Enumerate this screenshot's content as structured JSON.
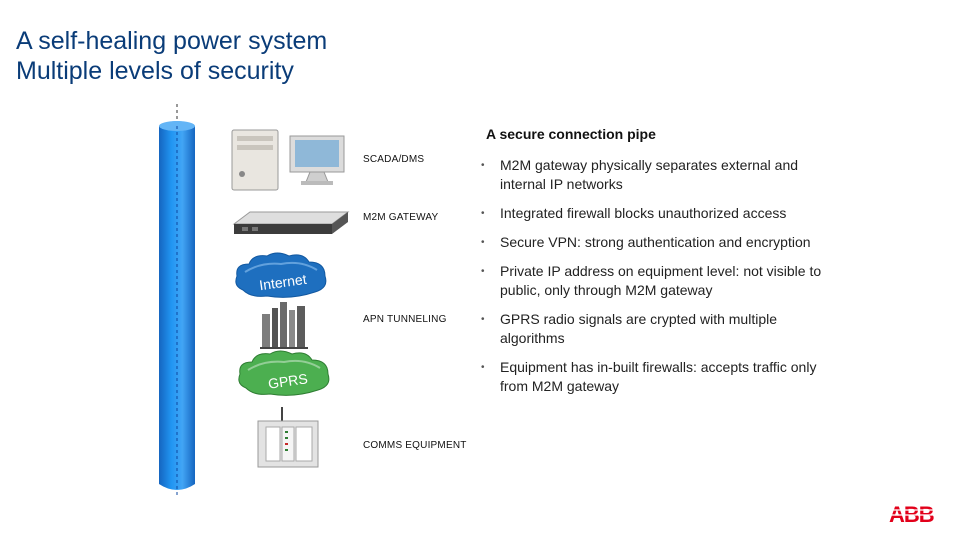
{
  "header": {
    "title_line1": "A self-healing power system",
    "title_line2": "Multiple levels of security"
  },
  "diagram": {
    "labels": {
      "scada": "SCADA/DMS",
      "gateway": "M2M GATEWAY",
      "apn": "APN TUNNELING",
      "comms": "COMMS EQUIPMENT"
    },
    "cloud_internet_text": "Internet",
    "cloud_gprs_text": "GPRS",
    "pipe_color": "#1e88e5"
  },
  "pipe": {
    "heading": "A secure connection pipe",
    "bullets": [
      "M2M gateway physically separates external and internal IP networks",
      "Integrated firewall blocks unauthorized access",
      "Secure VPN: strong authentication and encryption",
      "Private IP address on equipment level: not visible to public, only through M2M gateway",
      "GPRS radio signals are crypted with multiple algorithms",
      "Equipment has in-built firewalls: accepts traffic only from M2M gateway"
    ]
  },
  "brand": {
    "logo_text": "ABB",
    "logo_color": "#e2001a"
  }
}
